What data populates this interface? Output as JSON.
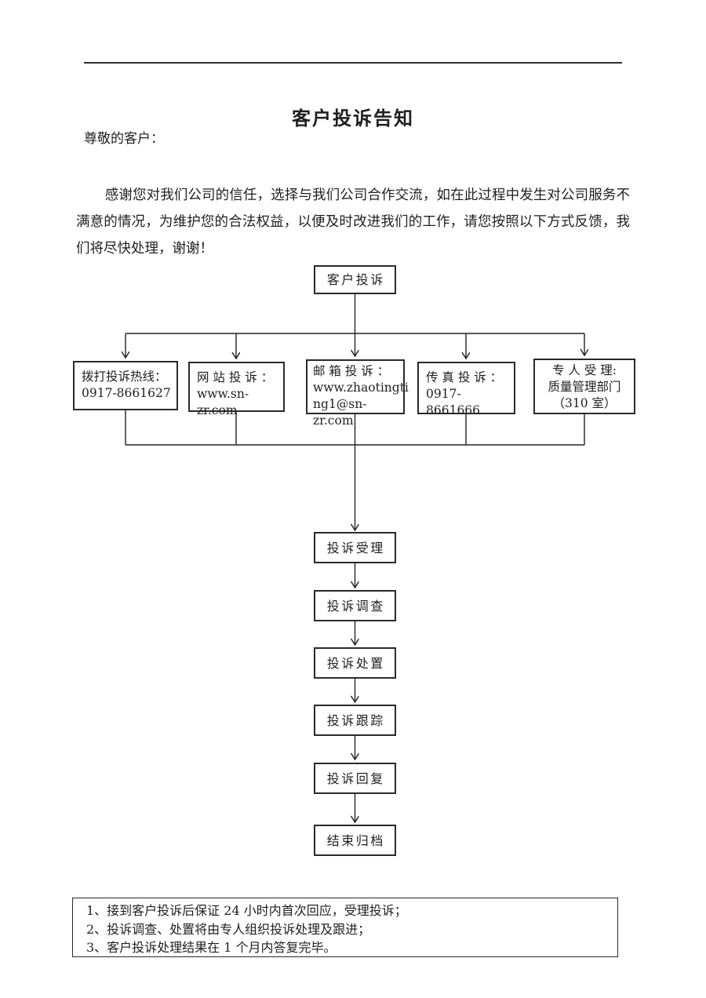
{
  "document": {
    "title": "客户投诉告知",
    "greeting": "尊敬的客户：",
    "body_paragraph": "感谢您对我们公司的信任，选择与我们公司合作交流，如在此过程中发生对公司服务不满意的情况，为维护您的合法权益，以便及时改进我们的工作，请您按照以下方式反馈，我们将尽快处理，谢谢！"
  },
  "flowchart": {
    "root_label": "客户投诉",
    "channels": [
      {
        "line1": "拨打投诉热线：",
        "line2": "0917-8661627"
      },
      {
        "line1": "网 站 投 诉 ：",
        "line2": "www.sn-zr.com"
      },
      {
        "line1": "邮 箱 投 诉 ：",
        "line2": "www.zhaotingti",
        "line3": "ng1@sn-zr.com"
      },
      {
        "line1": "传 真 投 诉 ：",
        "line2": "0917-8661666"
      },
      {
        "line1": "专 人 受 理:",
        "line2": "质量管理部门",
        "line3": "（310 室）"
      }
    ],
    "steps": [
      "投诉受理",
      "投诉调查",
      "投诉处置",
      "投诉跟踪",
      "投诉回复",
      "结束归档"
    ]
  },
  "notes": {
    "items": [
      "1、接到客户投诉后保证 24 小时内首次回应，受理投诉；",
      "2、投诉调查、处置将由专人组织投诉处理及跟进；",
      "3、客户投诉处理结果在 1 个月内答复完毕。"
    ]
  },
  "colors": {
    "ink": "#1f1f1f",
    "border": "#2a2a2a",
    "paper": "#ffffff"
  }
}
